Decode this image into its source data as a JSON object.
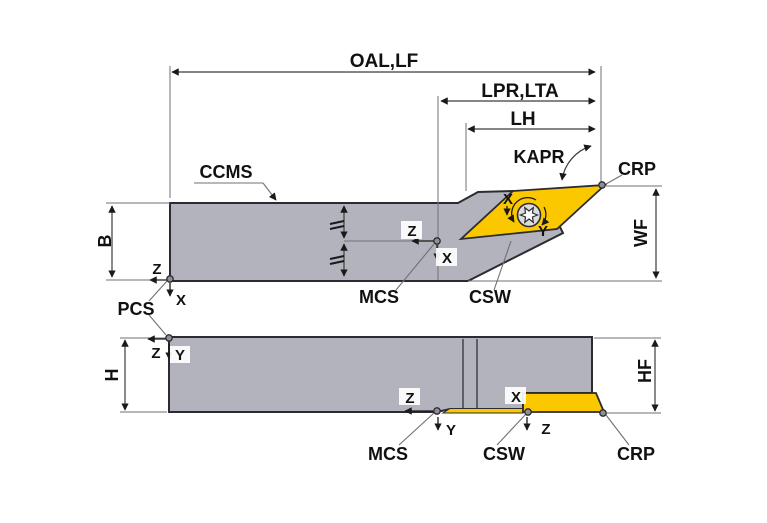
{
  "diagram": {
    "type": "tool-holder-dimension-drawing",
    "views": [
      "top-view",
      "side-view"
    ]
  },
  "labels": {
    "oal_lf": "OAL,LF",
    "lpr_lta": "LPR,LTA",
    "lh": "LH",
    "kapr": "KAPR",
    "crp": "CRP",
    "ccms": "CCMS",
    "b": "B",
    "wf": "WF",
    "mcs": "MCS",
    "csw": "CSW",
    "pcs": "PCS",
    "h": "H",
    "hf": "HF"
  },
  "axes": {
    "x": "X",
    "y": "Y",
    "z": "Z"
  },
  "colors": {
    "body_gray": "#b3b3bd",
    "insert_yellow": "#fbc800",
    "outline": "#2b2b31",
    "screw_fill": "#dcdcdc"
  }
}
